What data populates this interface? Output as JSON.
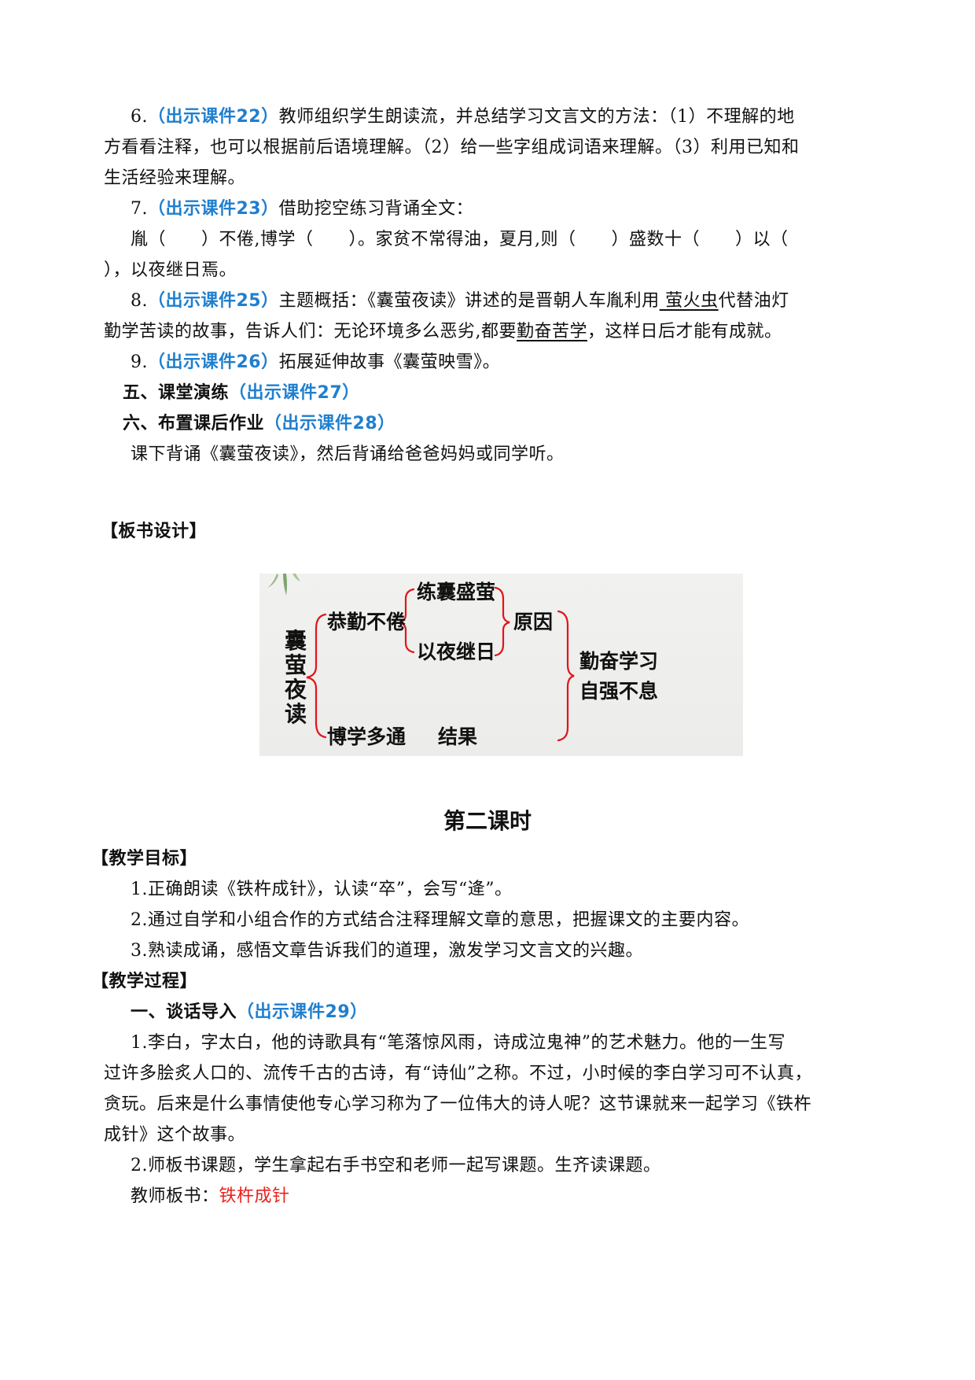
{
  "steps_part1": [
    {
      "num": "6.",
      "ref": "（出示课件22）",
      "lines": [
        "教师组织学生朗读流，并总结学习文言文的方法：（1）不理解的地",
        "方看看注释，也可以根据前后语境理解。（2）给一些字组成词语来理解。（3）利用已知和",
        "生活经验来理解。"
      ]
    },
    {
      "num": "7.",
      "ref": "（出示课件23）",
      "lines": [
        "借助挖空练习背诵全文：",
        "胤（　　）不倦,博学（　　）。家贫不常得油，夏月,则（　　）盛数十（　　）以（",
        "），以夜继日焉。"
      ]
    },
    {
      "num": "8.",
      "ref": "（出示课件25）",
      "line1_pre": "主题概括：《囊萤夜读》讲述的是晋朝人车胤利用",
      "line1_underline": " 萤火虫",
      "line1_post": "代替油灯",
      "line2_pre": "勤学苦读的故事，告诉人们：无论环境多么恶劣,都要",
      "line2_underline": "勤奋苦学",
      "line2_post": "，这样日后才能有成就。"
    },
    {
      "num": "9.",
      "ref": "（出示课件26）",
      "text": "拓展延伸故事《囊萤映雪》。"
    }
  ],
  "section5": {
    "label": "五、课堂演练",
    "ref": "（出示课件27）"
  },
  "section6": {
    "label": "六、布置课后作业",
    "ref": "（出示课件28）"
  },
  "homework": "课下背诵《囊萤夜读》，然后背诵给爸爸妈妈或同学听。",
  "board_design": {
    "heading": "【板书设计】",
    "root": [
      "囊",
      "萤",
      "夜",
      "读"
    ],
    "branch_top": "恭勤不倦",
    "sub_top": "练囊盛萤",
    "sub_bottom": "以夜继日",
    "cause": "原因",
    "branch_bottom": "博学多通",
    "result": "结果",
    "conclusion_1": "勤奋学习",
    "conclusion_2": "自强不息",
    "brace_color": "#e0151b"
  },
  "lesson2": {
    "title": "第二课时",
    "goals_heading": "【教学目标】",
    "goals": [
      "1.正确朗读《铁杵成针》，认读“卒”，会写“逄”。",
      "2.通过自学和小组合作的方式结合注释理解文章的意思，把握课文的主要内容。",
      "3.熟读成诵，感悟文章告诉我们的道理，激发学习文言文的兴趣。"
    ],
    "process_heading": "【教学过程】",
    "section1": {
      "label": "一、谈话导入",
      "ref": "（出示课件29）"
    },
    "intro_lines": [
      "1.李白，字太白，他的诗歌具有“笔落惊风雨，诗成泣鬼神”的艺术魅力。他的一生写",
      "过许多脍炙人口的、流传千古的古诗，有“诗仙”之称。不过，小时候的李白学习可不认真，",
      "贪玩。后来是什么事情使他专心学习称为了一位伟大的诗人呢？这节课就来一起学习《铁杵",
      "成针》这个故事。"
    ],
    "step2": "2.师板书课题，学生拿起右手书空和老师一起写课题。生齐读课题。",
    "board_label": "教师板书：",
    "board_value": "铁杵成针"
  },
  "colors": {
    "ref_blue": "#1f7fcf",
    "highlight_red": "#e8231f"
  }
}
